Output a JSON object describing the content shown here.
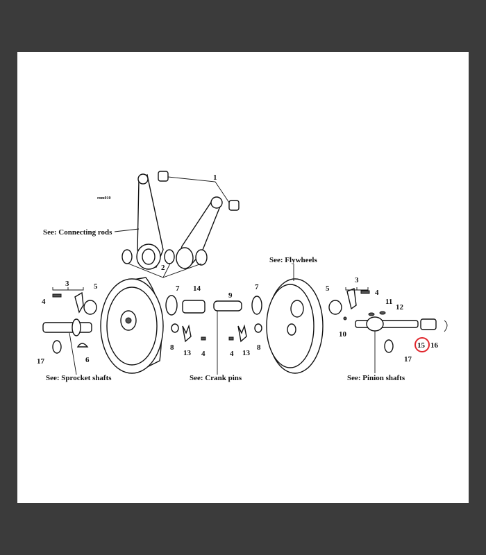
{
  "diagram": {
    "code": "rom010",
    "references": {
      "connecting_rods": "See: Connecting rods",
      "flywheels": "See: Flywheels",
      "sprocket_shafts": "See: Sprocket shafts",
      "crank_pins": "See: Crank pins",
      "pinion_shafts": "See: Pinion shafts"
    },
    "callouts": {
      "n1": "1",
      "n2": "2",
      "l3": "3",
      "l4a": "4",
      "l5": "5",
      "l17": "17",
      "l6": "6",
      "c7a": "7",
      "c14": "14",
      "c9": "9",
      "c8a": "8",
      "c13a": "13",
      "c4a": "4",
      "c4b": "4",
      "c13b": "13",
      "c7b": "7",
      "c8b": "8",
      "r5": "5",
      "r3": "3",
      "r4": "4",
      "r11": "11",
      "r12": "12",
      "r10": "10",
      "r15": "15",
      "r16": "16",
      "r17": "17"
    },
    "highlight_color": "#e0252b",
    "highlighted_part": "15"
  }
}
